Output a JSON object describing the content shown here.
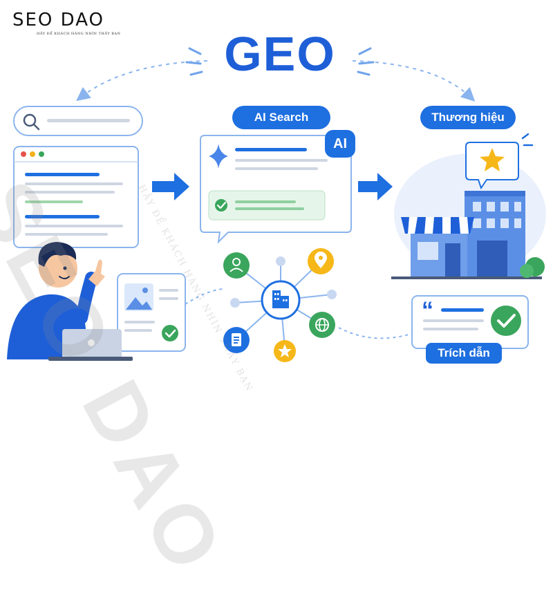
{
  "brand": {
    "name": "SEO DAO",
    "tagline": "HÃY ĐỂ KHÁCH HÀNG NHÌN THẤY BẠN"
  },
  "title": "GEO",
  "labels": {
    "ai_search": "AI Search",
    "ai_badge": "AI",
    "brand": "Thương hiệu",
    "citation": "Trích dẫn",
    "quote_mark": "“"
  },
  "watermark": {
    "text": "SEO DAO",
    "tagline": "HÃY ĐỂ KHÁCH HÀNG NHÌN THẤY BẠN"
  },
  "colors": {
    "primary": "#1e6fe0",
    "light_blue": "#dbe8fb",
    "green": "#3aa55c",
    "yellow": "#f6b819",
    "navy": "#1a2b55"
  },
  "icons": [
    "search-icon",
    "gemini-sparkle-icon",
    "check-icon",
    "user-icon",
    "location-pin-icon",
    "building-icon",
    "globe-icon",
    "document-icon",
    "star-icon",
    "image-icon",
    "storefront-icon",
    "quote-icon"
  ]
}
